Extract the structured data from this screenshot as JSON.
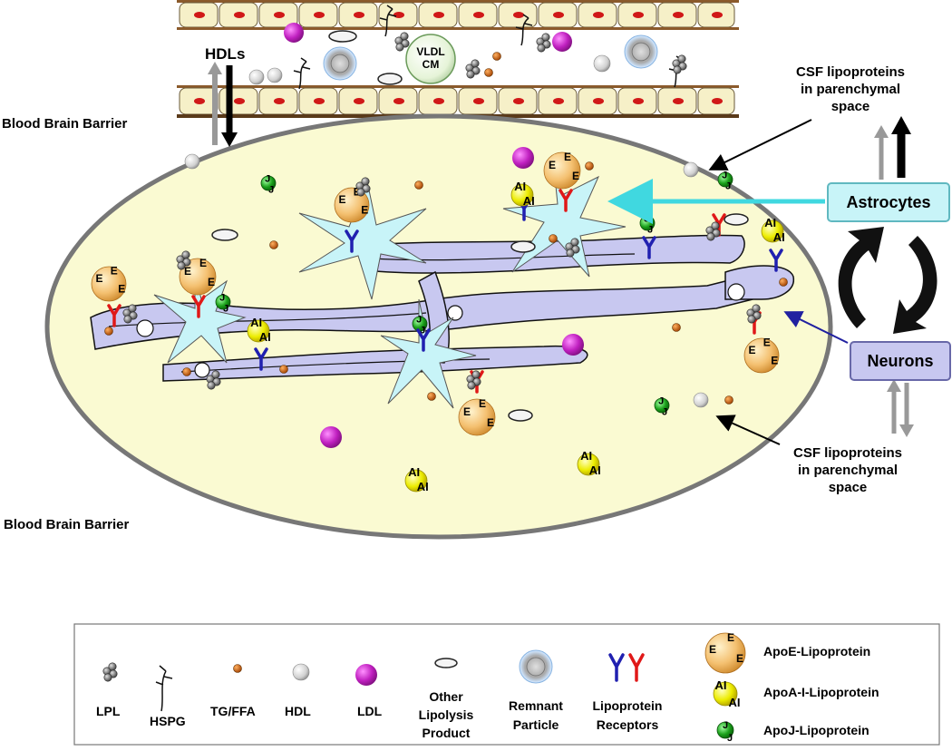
{
  "labels": {
    "hdls": "HDLs",
    "bbb_top": "Blood Brain Barrier",
    "bbb_bottom": "Blood Brain Barrier",
    "vldl_line1": "VLDL",
    "vldl_line2": "CM",
    "csf_top_1": "CSF lipoproteins",
    "csf_top_2": "in parenchymal",
    "csf_top_3": "space",
    "csf_bottom_1": "CSF lipoproteins",
    "csf_bottom_2": "in parenchymal",
    "csf_bottom_3": "space",
    "astrocytes": "Astrocytes",
    "neurons": "Neurons"
  },
  "particle_letters": {
    "apoe": "E",
    "apoa": "AI",
    "apoj": "J"
  },
  "legend": {
    "lpl": "LPL",
    "hspg": "HSPG",
    "tg_ffa": "TG/FFA",
    "hdl": "HDL",
    "ldl": "LDL",
    "other_1": "Other",
    "other_2": "Lipolysis",
    "other_3": "Product",
    "remnant_1": "Remnant",
    "remnant_2": "Particle",
    "receptor_1": "Lipoprotein",
    "receptor_2": "Receptors",
    "apoe_lipoprotein": "ApoE-Lipoprotein",
    "apoa_lipoprotein": "ApoA-I-Lipoprotein",
    "apoj_lipoprotein": "ApoJ-Lipoprotein"
  },
  "colors": {
    "parenchyma": "#fafad2",
    "cell_fill": "#f6f0c8",
    "nucleus": "#d01818",
    "vessel_band": "#8b5a2b",
    "astrocyte": "#c8f4f8",
    "neuron": "#c8c8f0",
    "apoe": "#f4c070",
    "apoa": "#e8e800",
    "apoj": "#1a9a1a",
    "ldl": "#c020c0",
    "tg": "#c86410",
    "receptor_blue": "#2020b0",
    "receptor_red": "#e01818",
    "astro_arrow": "#40d8e0",
    "neuron_arrow": "#2020a0"
  },
  "icons": [
    "lpl-cluster-icon",
    "hspg-icon",
    "tg-ffa-dot-icon",
    "hdl-sphere-icon",
    "ldl-sphere-icon",
    "lipolysis-ellipse-icon",
    "remnant-particle-icon",
    "receptor-y-icon",
    "apoe-particle-icon",
    "apoa-particle-icon",
    "apoj-particle-icon",
    "circular-arrows-icon"
  ]
}
